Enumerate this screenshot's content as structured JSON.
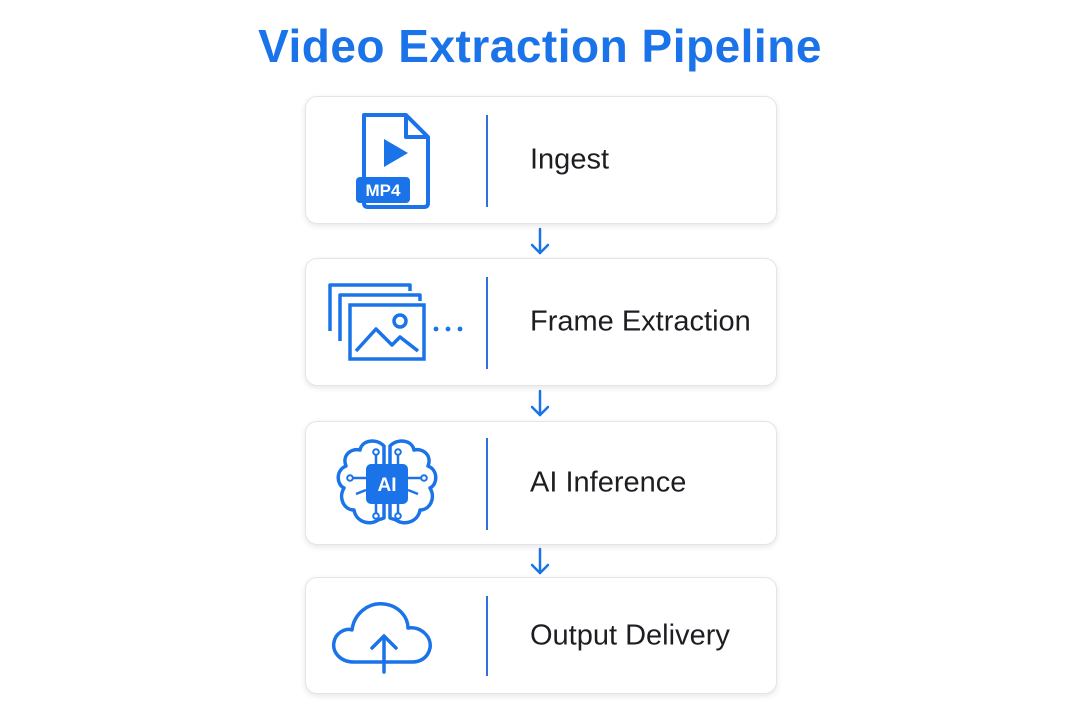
{
  "title": "Video Extraction Pipeline",
  "colors": {
    "accent": "#1a73e8",
    "text": "#1c1e22",
    "card_border": "#e3e5e8"
  },
  "steps": [
    {
      "label": "Ingest",
      "icon": "mp4-file-icon",
      "badge": "MP4"
    },
    {
      "label": "Frame Extraction",
      "icon": "image-frames-icon"
    },
    {
      "label": "AI Inference",
      "icon": "ai-brain-icon",
      "badge": "AI"
    },
    {
      "label": "Output Delivery",
      "icon": "cloud-upload-icon"
    }
  ],
  "connectors": [
    "down-arrow",
    "down-arrow",
    "down-arrow"
  ]
}
